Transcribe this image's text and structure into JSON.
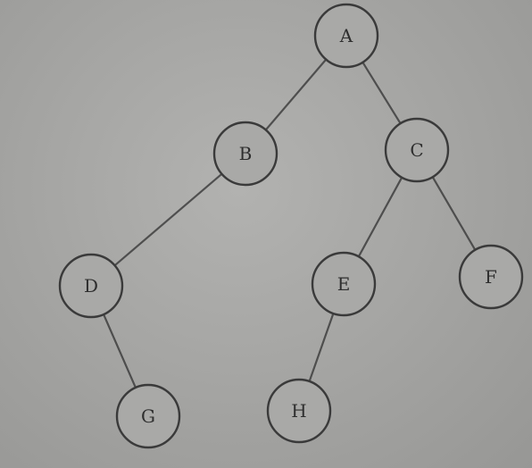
{
  "diagram": {
    "type": "binary-tree",
    "nodes": [
      {
        "id": "A",
        "label": "A"
      },
      {
        "id": "B",
        "label": "B"
      },
      {
        "id": "C",
        "label": "C"
      },
      {
        "id": "D",
        "label": "D"
      },
      {
        "id": "E",
        "label": "E"
      },
      {
        "id": "F",
        "label": "F"
      },
      {
        "id": "G",
        "label": "G"
      },
      {
        "id": "H",
        "label": "H"
      }
    ],
    "edges": [
      {
        "from": "A",
        "to": "B"
      },
      {
        "from": "A",
        "to": "C"
      },
      {
        "from": "B",
        "to": "D"
      },
      {
        "from": "C",
        "to": "E"
      },
      {
        "from": "C",
        "to": "F"
      },
      {
        "from": "D",
        "to": "G"
      },
      {
        "from": "E",
        "to": "H"
      }
    ],
    "colors": {
      "background": "#a8a8a6",
      "node_fill": "#a9a9a7",
      "stroke": "#3a3a3a",
      "text": "#2e2e2e"
    }
  }
}
